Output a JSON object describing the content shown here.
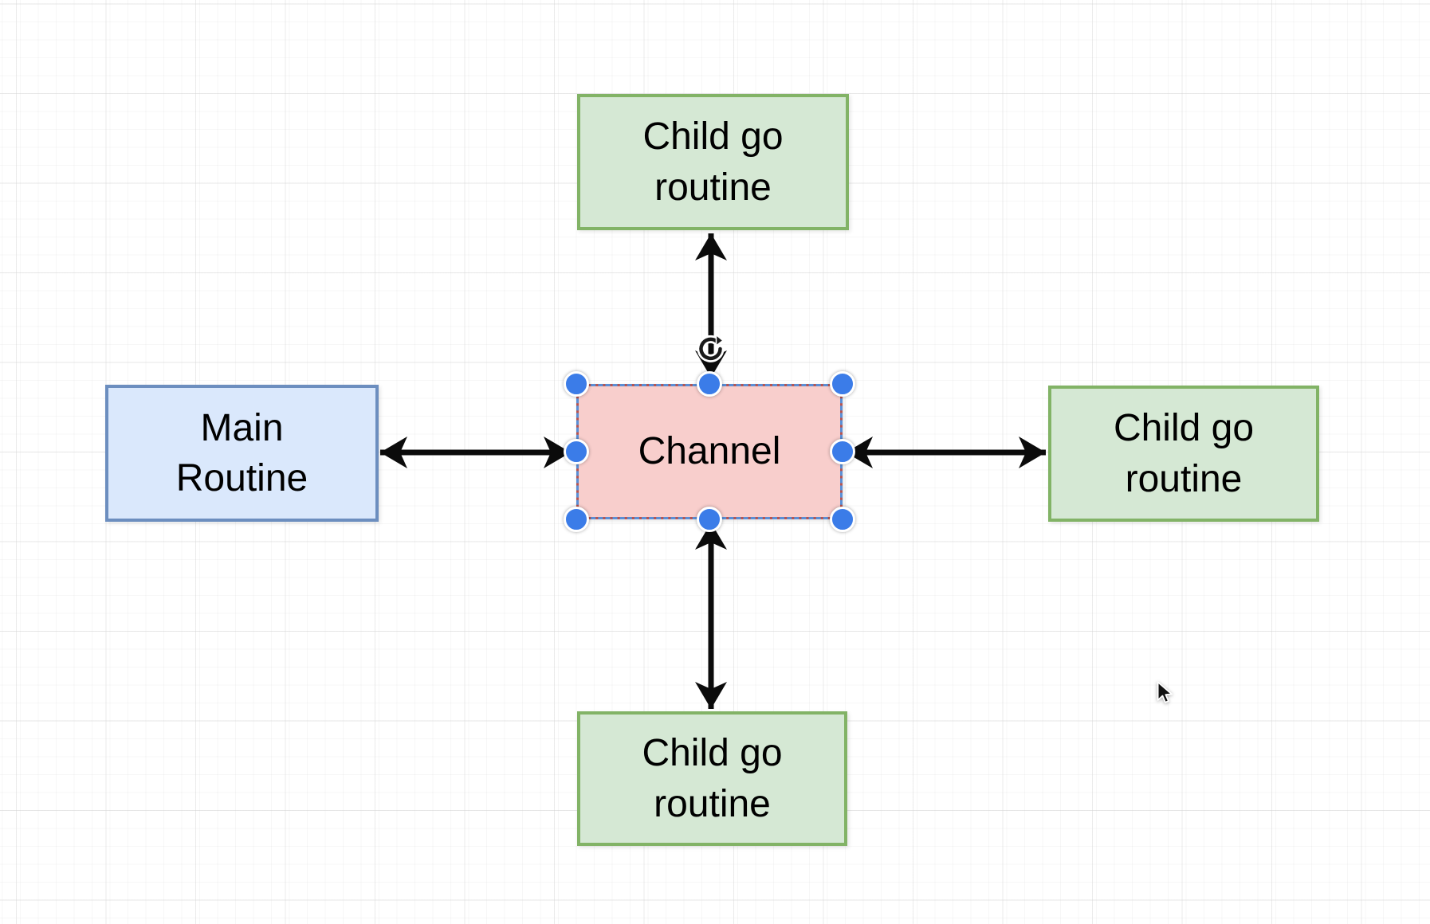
{
  "app": {
    "type": "diagram-editor-canvas"
  },
  "diagram": {
    "nodes": [
      {
        "id": "child-goroutine-top",
        "label": "Child go\nroutine",
        "fill": "#d5e8d4",
        "stroke": "#82b366",
        "selected": false
      },
      {
        "id": "main-routine",
        "label": "Main\nRoutine",
        "fill": "#dae8fc",
        "stroke": "#6c8ebf",
        "selected": false
      },
      {
        "id": "channel",
        "label": "Channel",
        "fill": "#f8cecc",
        "stroke": "#b85450",
        "selected": true
      },
      {
        "id": "child-goroutine-right",
        "label": "Child go\nroutine",
        "fill": "#d5e8d4",
        "stroke": "#82b366",
        "selected": false
      },
      {
        "id": "child-goroutine-bottom",
        "label": "Child go\nroutine",
        "fill": "#d5e8d4",
        "stroke": "#82b366",
        "selected": false
      }
    ],
    "edges": [
      {
        "id": "edge-channel-top",
        "from": "channel",
        "to": "child-goroutine-top",
        "direction": "bidirectional"
      },
      {
        "id": "edge-channel-main",
        "from": "channel",
        "to": "main-routine",
        "direction": "bidirectional"
      },
      {
        "id": "edge-channel-right",
        "from": "channel",
        "to": "child-goroutine-right",
        "direction": "bidirectional"
      },
      {
        "id": "edge-channel-bottom",
        "from": "channel",
        "to": "child-goroutine-bottom",
        "direction": "bidirectional"
      }
    ],
    "edge_style": {
      "color": "#0b0b0b"
    },
    "selection": {
      "handle_fill": "#3b7ce8",
      "handle_ring": "#ffffff",
      "outline_color": "#5a8fd6",
      "rotate_icon": "clockwise-rotate-arrow"
    }
  }
}
